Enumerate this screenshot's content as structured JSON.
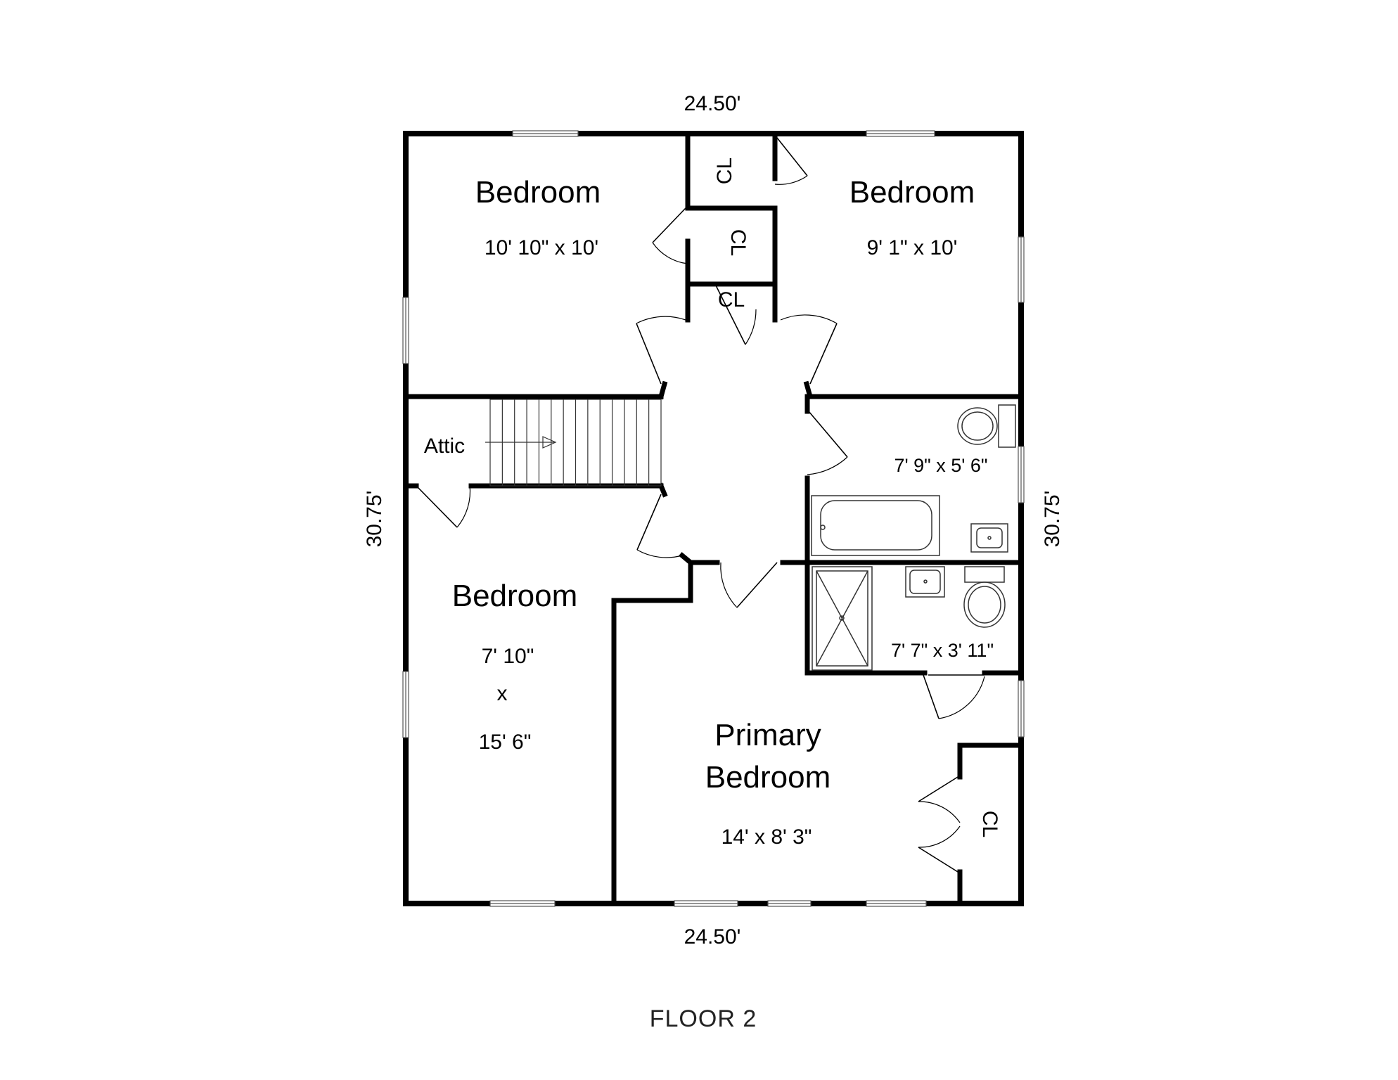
{
  "plan": {
    "title": "FLOOR 2",
    "overall": {
      "top": "24.50'",
      "bottom": "24.50'",
      "left": "30.75'",
      "right": "30.75'"
    },
    "rooms": {
      "bedroom_nw": {
        "name": "Bedroom",
        "dims": "10' 10\" x 10'"
      },
      "bedroom_ne": {
        "name": "Bedroom",
        "dims": "9' 1\" x 10'"
      },
      "bedroom_w": {
        "name": "Bedroom",
        "dims_line1": "7' 10\"",
        "dims_line2": "x",
        "dims_line3": "15' 6\""
      },
      "primary": {
        "name_line1": "Primary",
        "name_line2": "Bedroom",
        "dims": "14' x 8' 3\""
      },
      "bath_upper": {
        "dims": "7' 9\" x 5' 6\""
      },
      "bath_lower": {
        "dims": "7' 7\" x 3' 11\""
      },
      "attic": {
        "name": "Attic"
      },
      "closet_1": {
        "name": "CL"
      },
      "closet_2": {
        "name": "CL"
      },
      "closet_3": {
        "name": "CL"
      },
      "closet_4": {
        "name": "CL"
      }
    }
  }
}
